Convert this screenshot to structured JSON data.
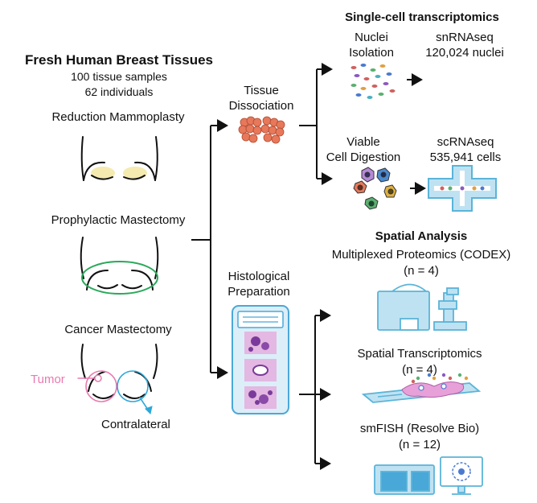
{
  "left": {
    "title": "Fresh Human Breast Tissues",
    "samples": "100 tissue samples",
    "individuals": "62 individuals",
    "groups": [
      "Reduction Mammoplasty",
      "Prophylactic Mastectomy",
      "Cancer Mastectomy"
    ],
    "tumor_label": "Tumor",
    "contralateral_label": "Contralateral"
  },
  "middle": {
    "dissociation": [
      "Tissue",
      "Dissociation"
    ],
    "histology": [
      "Histological",
      "Preparation"
    ]
  },
  "single_cell": {
    "title": "Single-cell transcriptomics",
    "nuclei_method": [
      "Nuclei",
      "Isolation"
    ],
    "nuclei_assay": "snRNAseq",
    "nuclei_count": "120,024 nuclei",
    "cell_method": [
      "Viable",
      "Cell Digestion"
    ],
    "cell_assay": "scRNAseq",
    "cell_count": "535,941 cells"
  },
  "spatial": {
    "title": "Spatial Analysis",
    "proteomics": "Multiplexed Proteomics (CODEX)",
    "proteomics_n": "(n = 4)",
    "transcriptomics": "Spatial Transcriptomics",
    "transcriptomics_n": "(n = 4)",
    "smfish": "smFISH (Resolve Bio)",
    "smfish_n": "(n = 12)"
  },
  "colors": {
    "line": "#111111",
    "tumor": "#e87ab0",
    "contralateral": "#2ba8d8",
    "prophylactic_ring": "#2aa85a",
    "reduction_fill": "#f5eab0",
    "tissue": "#e8785a",
    "instrument": "#bfe2f2",
    "instrument_stroke": "#5ab4d8"
  }
}
